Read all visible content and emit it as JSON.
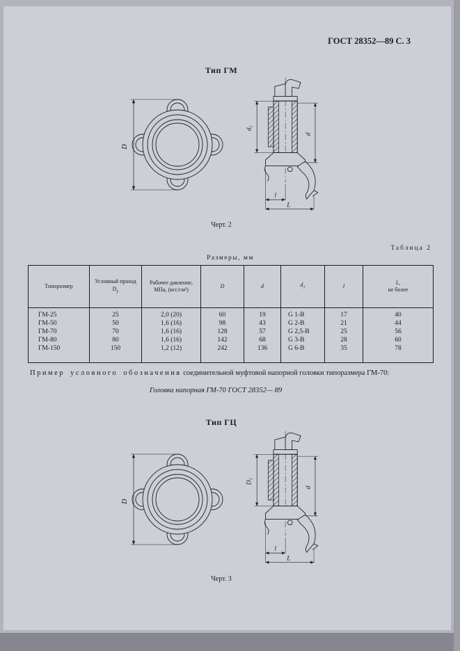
{
  "page": {
    "header": "ГОСТ 28352—89 С. 3"
  },
  "fig1": {
    "type_label": "Тип ГМ",
    "caption": "Черт. 2",
    "dims": {
      "D": "D",
      "d1_main": "d",
      "d1_sub": "1",
      "d": "d",
      "l": "l",
      "L": "L"
    }
  },
  "fig2": {
    "type_label": "Тип ГЦ",
    "caption": "Черт. 3",
    "dims": {
      "D": "D",
      "d1_main": "D",
      "d1_sub": "1",
      "d": "d",
      "l": "l",
      "L": "L"
    }
  },
  "table": {
    "label": "Таблица 2",
    "units": "Размеры, мм",
    "headers": {
      "col1": "Типоразмер",
      "col2_main": "Условный проход D",
      "col2_sub": "у",
      "col3": "Рабочее давление, МПа, (кгс/см²)",
      "col4": "D",
      "col5": "d",
      "col6_main": "d",
      "col6_sub": "1",
      "col7": "l",
      "col8_line1": "L,",
      "col8_line2": "не более"
    },
    "rows": [
      [
        "ГМ-25",
        "25",
        "2,0 (20)",
        "60",
        "19",
        "G 1-B",
        "17",
        "40"
      ],
      [
        "ГМ-50",
        "50",
        "1,6 (16)",
        "98",
        "43",
        "G 2-B",
        "21",
        "44"
      ],
      [
        "ГМ-70",
        "70",
        "1,6 (16)",
        "128",
        "57",
        "G 2,5-B",
        "25",
        "56"
      ],
      [
        "ГМ-80",
        "80",
        "1,6 (16)",
        "142",
        "68",
        "G 3-B",
        "28",
        "60"
      ],
      [
        "ГМ-150",
        "150",
        "1,2 (12)",
        "242",
        "136",
        "G 6-B",
        "35",
        "78"
      ]
    ]
  },
  "example": {
    "spaced": "Пример условного обозначения",
    "rest": " соединительной муфтовой напорной головки типоразмера ГМ-70:",
    "designation": "Головка напорная ГМ-70 ГОСТ 28352— 89"
  }
}
